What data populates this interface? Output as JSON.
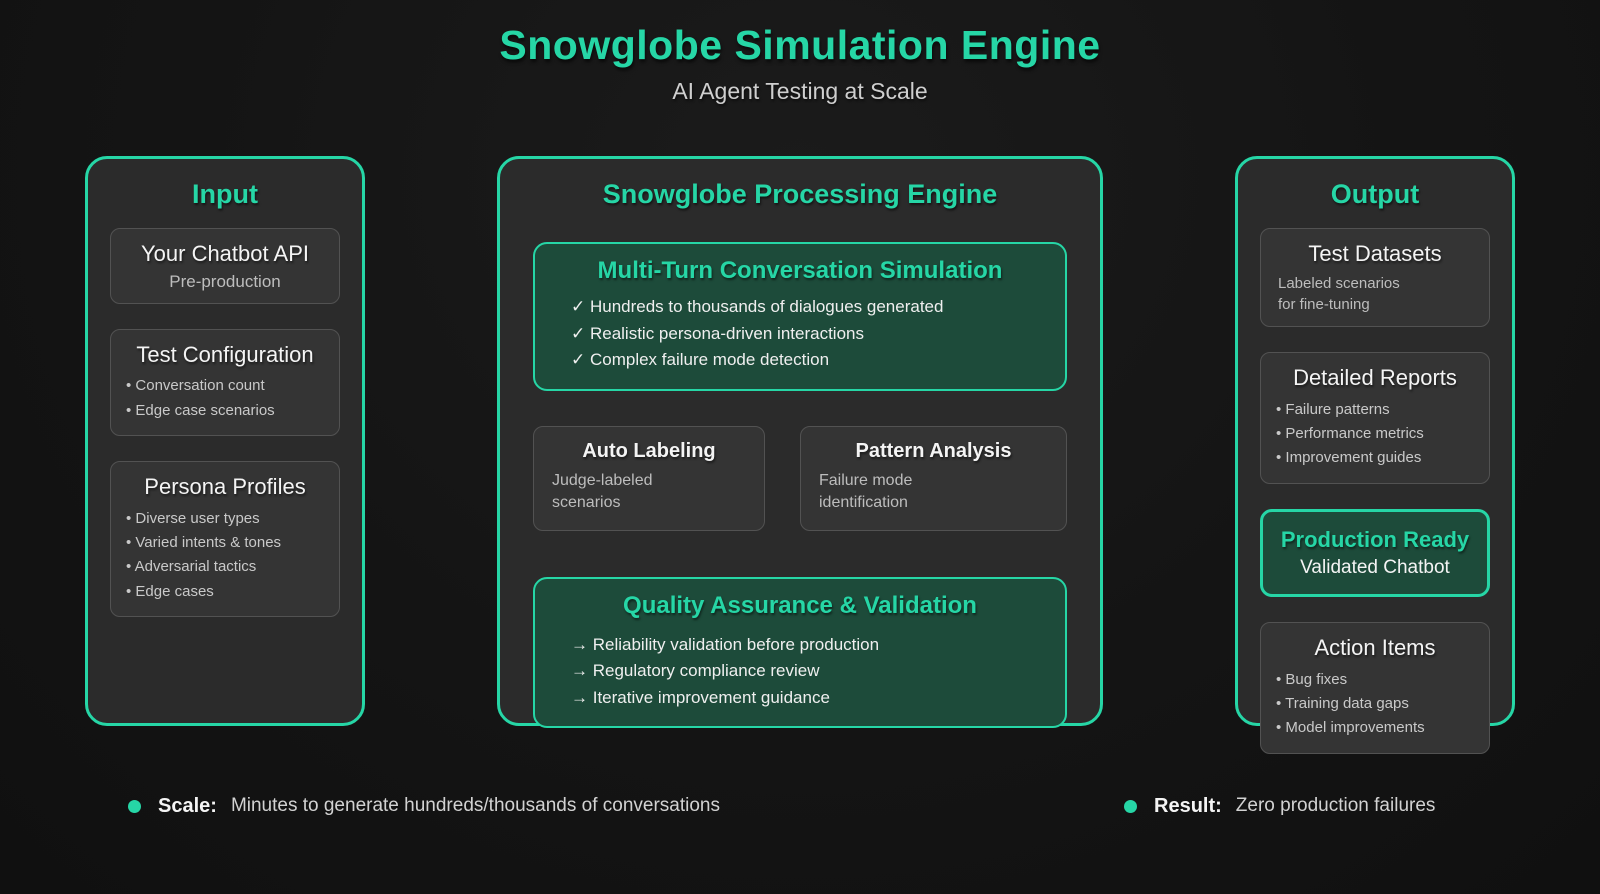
{
  "colors": {
    "accent": "#26d6a6",
    "panel_bg": "#2b2b2b",
    "highlight_bg": "#1d4b3a"
  },
  "header": {
    "title": "Snowglobe Simulation Engine",
    "subtitle": "AI Agent Testing at Scale"
  },
  "input": {
    "title": "Input",
    "cards": [
      {
        "title": "Your Chatbot API",
        "subtitle": "Pre-production"
      },
      {
        "title": "Test Configuration",
        "bullets": [
          "• Conversation count",
          "• Edge case scenarios"
        ]
      },
      {
        "title": "Persona Profiles",
        "bullets": [
          "• Diverse user types",
          "• Varied intents & tones",
          "• Adversarial tactics",
          "• Edge cases"
        ]
      }
    ]
  },
  "engine": {
    "title": "Snowglobe Processing Engine",
    "simulation": {
      "title": "Multi-Turn Conversation Simulation",
      "items": [
        "✓ Hundreds to thousands of dialogues generated",
        "✓ Realistic persona-driven interactions",
        "✓ Complex failure mode detection"
      ]
    },
    "boxes": [
      {
        "title": "Auto Labeling",
        "subtitle": "Judge-labeled scenarios"
      },
      {
        "title": "Pattern Analysis",
        "subtitle": "Failure mode identification"
      }
    ],
    "qa": {
      "title": "Quality Assurance & Validation",
      "items": [
        "→ Reliability validation before production",
        "→ Regulatory compliance review",
        "→ Iterative improvement guidance"
      ]
    }
  },
  "output": {
    "title": "Output",
    "cards": [
      {
        "title": "Test Datasets",
        "lines": [
          "Labeled scenarios",
          "for fine-tuning"
        ]
      },
      {
        "title": "Detailed Reports",
        "bullets": [
          "• Failure patterns",
          "• Performance metrics",
          "• Improvement guides"
        ]
      },
      {
        "title": "Production Ready",
        "subtitle": "Validated Chatbot"
      },
      {
        "title": "Action Items",
        "bullets": [
          "• Bug fixes",
          "• Training data gaps",
          "• Model improvements"
        ]
      }
    ]
  },
  "footer": {
    "left": {
      "label": "Scale:",
      "text": "Minutes to generate hundreds/thousands of conversations"
    },
    "right": {
      "label": "Result:",
      "text": "Zero production failures"
    }
  }
}
